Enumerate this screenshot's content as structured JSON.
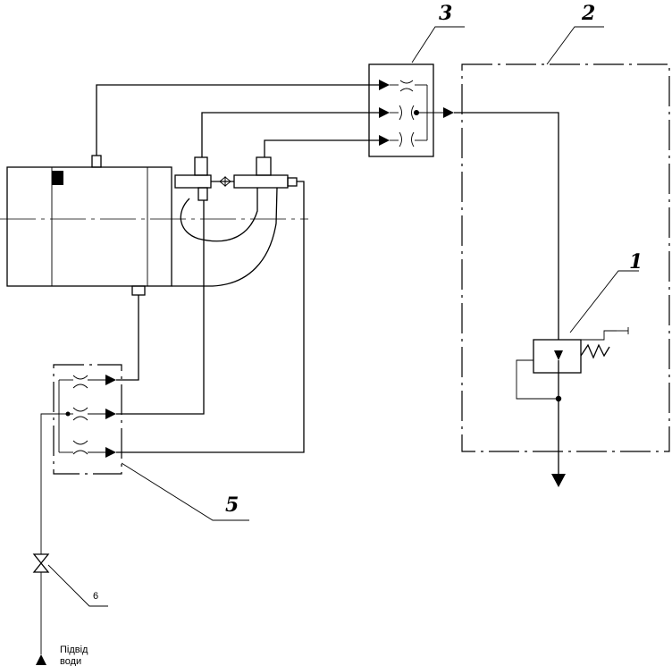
{
  "callouts": {
    "c1": "1",
    "c2": "2",
    "c3": "3",
    "c5": "5",
    "c6": "6"
  },
  "water_supply_label": {
    "line1": "Підвід",
    "line2": "води"
  }
}
